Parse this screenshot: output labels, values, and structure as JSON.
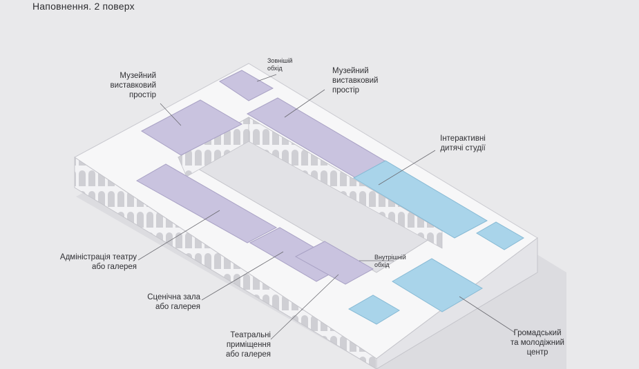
{
  "title": "Наповнення. 2 поверх",
  "labels": {
    "museum_left": "Музейний\nвиставковий\nпростір",
    "outer_walk": "Зовнішій\nобхід",
    "museum_right": "Музейний\nвиставковий\nпростір",
    "interactive": "Інтерактивні\nдитячі студії",
    "admin": "Адміністрація театру\nабо галерея",
    "inner_walk": "Внутрішній\nобхід",
    "stage_hall": "Сценічна зала\nабо галерея",
    "theatre_rooms": "Театральні\nприміщення\nабо галерея",
    "community": "Громадський\nта молодіжний\nцентр"
  },
  "colors": {
    "background": "#e9e9eb",
    "building": "#f6f6f7",
    "museum_zone": "#c9c3df",
    "kids_zone": "#a9d4ea",
    "leader_line": "#6a6a70"
  }
}
